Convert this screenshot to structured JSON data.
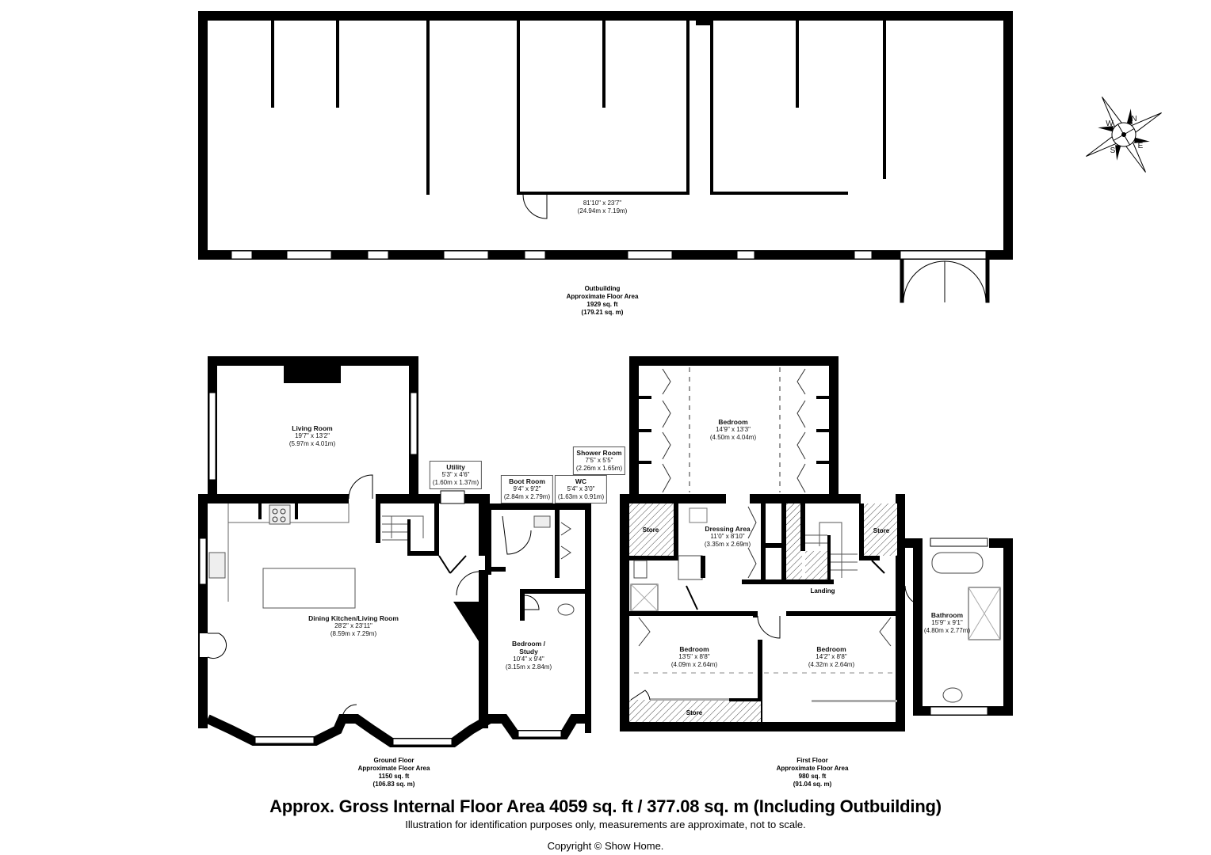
{
  "outbuilding": {
    "room": {
      "dims_imperial": "81'10\" x 23'7\"",
      "dims_metric": "(24.94m x 7.19m)"
    },
    "area": {
      "title": "Outbuilding",
      "subtitle": "Approximate Floor Area",
      "sqft": "1929 sq. ft",
      "sqm": "(179.21 sq. m)"
    }
  },
  "ground_floor": {
    "rooms": [
      {
        "name": "Living Room",
        "dims_imperial": "19'7\" x 13'2\"",
        "dims_metric": "(5.97m x 4.01m)"
      },
      {
        "name": "Utility",
        "dims_imperial": "5'3\" x 4'6\"",
        "dims_metric": "(1.60m x 1.37m)"
      },
      {
        "name": "Boot Room",
        "dims_imperial": "9'4\" x 9'2\"",
        "dims_metric": "(2.84m x 2.79m)"
      },
      {
        "name": "WC",
        "dims_imperial": "5'4\" x 3'0\"",
        "dims_metric": "(1.63m x 0.91m)"
      },
      {
        "name": "Dining Kitchen/Living Room",
        "dims_imperial": "28'2\" x 23'11\"",
        "dims_metric": "(8.59m x 7.29m)"
      },
      {
        "name": "Bedroom /",
        "name2": "Study",
        "dims_imperial": "10'4\" x 9'4\"",
        "dims_metric": "(3.15m x 2.84m)"
      }
    ],
    "area": {
      "title": "Ground Floor",
      "subtitle": "Approximate Floor Area",
      "sqft": "1150 sq. ft",
      "sqm": "(106.83 sq. m)"
    }
  },
  "first_floor": {
    "rooms": [
      {
        "name": "Shower Room",
        "dims_imperial": "7'5\" x 5'5\"",
        "dims_metric": "(2.26m x 1.65m)"
      },
      {
        "name": "Bedroom",
        "dims_imperial": "14'9\" x 13'3\"",
        "dims_metric": "(4.50m x 4.04m)"
      },
      {
        "name": "Dressing Area",
        "dims_imperial": "11'0\" x 8'10\"",
        "dims_metric": "(3.35m x 2.69m)"
      },
      {
        "name": "Bedroom",
        "dims_imperial": "13'5\" x 8'8\"",
        "dims_metric": "(4.09m x 2.64m)"
      },
      {
        "name": "Bedroom",
        "dims_imperial": "14'2\" x 8'8\"",
        "dims_metric": "(4.32m x 2.64m)"
      },
      {
        "name": "Bathroom",
        "dims_imperial": "15'9\" x 9'1\"",
        "dims_metric": "(4.80m x 2.77m)"
      }
    ],
    "labels": {
      "store": "Store",
      "landing": "Landing"
    },
    "area": {
      "title": "First Floor",
      "subtitle": "Approximate Floor Area",
      "sqft": "980 sq. ft",
      "sqm": "(91.04 sq. m)"
    }
  },
  "compass": {
    "n": "N",
    "e": "E",
    "s": "S",
    "w": "W"
  },
  "footer": {
    "title": "Approx. Gross Internal Floor Area 4059 sq. ft / 377.08 sq. m (Including Outbuilding)",
    "note": "Illustration for identification purposes only, measurements are approximate, not to scale.",
    "copyright": "Copyright © Show Home."
  }
}
